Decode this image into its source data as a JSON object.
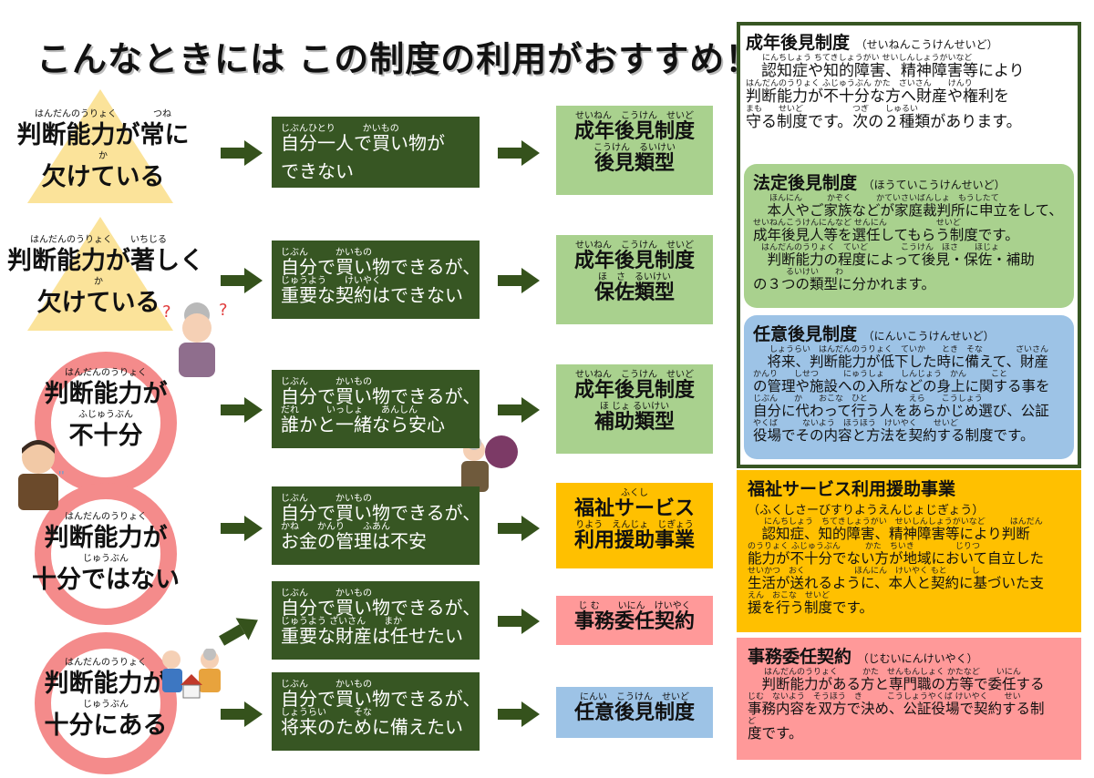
{
  "title": "こんなときには この制度の利用がおすすめ！",
  "statuses": [
    {
      "ruby1": "はんだんのうりょく　　　　つね",
      "line1": "判断能力が常に",
      "ruby2": "か",
      "line2": "欠けている"
    },
    {
      "ruby1": "はんだんのうりょく　　いちじる",
      "line1": "判断能力が著しく",
      "ruby2": "か",
      "line2": "欠けている"
    },
    {
      "ruby1": "はんだんのうりょく",
      "line1": "判断能力が",
      "ruby2": "ふじゅうぶん",
      "line2": "不十分"
    },
    {
      "ruby1": "はんだんのうりょく",
      "line1": "判断能力が",
      "ruby2": "じゅうぶん",
      "line2": "十分ではない"
    },
    {
      "ruby1": "はんだんのうりょく",
      "line1": "判断能力が",
      "ruby2": "じゅうぶん",
      "line2": "十分にある"
    }
  ],
  "situations": [
    {
      "ruby1": "じぶんひとり　　　かいもの",
      "line1": "自分一人で買い物が",
      "ruby2": "",
      "line2": "できない"
    },
    {
      "ruby1": "じぶん　　　かいもの",
      "line1": "自分で買い物できるが、",
      "ruby2": "じゅうよう　　けいやく",
      "line2": "重要な契約はできない"
    },
    {
      "ruby1": "じぶん　　　かいもの",
      "line1": "自分で買い物できるが、",
      "ruby2": "だれ　　　いっしょ　　あんしん",
      "line2": "誰かと一緒なら安心"
    },
    {
      "ruby1": "じぶん　　　かいもの",
      "line1": "自分で買い物できるが、",
      "ruby2": "かね　　かんり　　ふあん",
      "line2": "お金の管理は不安"
    },
    {
      "ruby1": "じぶん　　　かいもの",
      "line1": "自分で買い物できるが、",
      "ruby2": "じゅうよう ざいさん　　まか",
      "line2": "重要な財産は任せたい"
    },
    {
      "ruby1": "じぶん　　　かいもの",
      "line1": "自分で買い物できるが、",
      "ruby2": "しょうらい　　　そな",
      "line2": "将来のために備えたい"
    }
  ],
  "systems": [
    {
      "ruby1": "せいねん　こうけん　せいど",
      "line1": "成年後見制度",
      "ruby2": "こうけん　るいけい",
      "line2": "後見類型"
    },
    {
      "ruby1": "せいねん　こうけん　せいど",
      "line1": "成年後見制度",
      "ruby2": "ほ　さ　るいけい",
      "line2": "保佐類型"
    },
    {
      "ruby1": "せいねん　こうけん　せいど",
      "line1": "成年後見制度",
      "ruby2": "ほ じょ るいけい",
      "line2": "補助類型"
    },
    {
      "ruby1": "ふくし",
      "line1": "福祉サービス",
      "ruby2": "りよう　えんじょ　じぎょう",
      "line2": "利用援助事業"
    },
    {
      "ruby1": "じ む　　いにん　けいやく",
      "line1": "事務委任契約",
      "ruby2": "",
      "line2": ""
    },
    {
      "ruby1": "にんい　こうけん　せいど",
      "line1": "任意後見制度",
      "ruby2": "",
      "line2": ""
    }
  ],
  "explain": {
    "adult": {
      "heading": "成年後見制度",
      "reading": "（せいねんこうけんせいど）",
      "lines": [
        {
          "rb": "　　にんちしょう ちてきしょうがい せいしんしょうがいなど",
          "tx": "　認知症や知的障害、精神障害等により"
        },
        {
          "rb": "はんだんのうりょく ふじゅうぶん かた　ざいさん　　けんり",
          "tx": "判断能力が不十分な方へ財産や権利を"
        },
        {
          "rb": "まも　　せいど　　　　　　つぎ　　しゅるい",
          "tx": "守る制度です。次の２種類があります。"
        }
      ]
    },
    "legal": {
      "heading": "法定後見制度",
      "reading": "（ほうていこうけんせいど）",
      "lines": [
        {
          "rb": "　　ほんにん　　　かぞく　　　かていさいばんしょ　もうしたて",
          "tx": "　本人やご家族などが家庭裁判所に申立をして、"
        },
        {
          "rb": "せいねんこうけんにんなど せんにん　　　　　　せいど",
          "tx": "成年後見人等を選任してもらう制度です。"
        },
        {
          "rb": "　はんだんのうりょく　ていど　　　　こうけん　ほさ　　ほじょ",
          "tx": "　判断能力の程度によって後見・保佐・補助"
        },
        {
          "rb": "　　　　るいけい　　わ",
          "tx": "の３つの類型に分かれます。"
        }
      ]
    },
    "voluntary": {
      "heading": "任意後見制度",
      "reading": "（にんいこうけんせいど）",
      "lines": [
        {
          "rb": "　　しょうらい　はんだんのうりょく　ていか　　とき　そな　　　　ざいさん",
          "tx": "　将来、判断能力が低下した時に備えて、財産"
        },
        {
          "rb": "かんり　　しせつ　　　にゅうしょ　　しんじょう　かん　　　こと",
          "tx": "の管理や施設への入所などの身上に関する事を"
        },
        {
          "rb": "じぶん　　か　　おこな　ひと　　　　　えら　　こうしょう",
          "tx": "自分に代わって行う人をあらかじめ選び、公証"
        },
        {
          "rb": "やくば　　　ないよう　ほうほう　けいやく　　せいど",
          "tx": "役場でその内容と方法を契約する制度です。"
        }
      ]
    },
    "welfare": {
      "heading": "福祉サービス利用援助事業",
      "reading": "（ふくしさーびすりようえんじょじぎょう）",
      "lines": [
        {
          "rb": "　　にんちしょう　ちてきしょうがい　せいしんしょうがいなど　　　はんだん",
          "tx": "　認知症、知的障害、精神障害等により判断"
        },
        {
          "rb": "のうりょく ふじゅうぶん　　　かた　ちいき　　　　　じりつ",
          "tx": "能力が不十分でない方が地域において自立した"
        },
        {
          "rb": "せいかつ　おく　　　　　　ほんにん　けいやく もと　　　し",
          "tx": "生活が送れるように、本人と契約に基づいた支"
        },
        {
          "rb": "えん　おこな　せいど",
          "tx": "援を行う制度です。"
        }
      ]
    },
    "office": {
      "heading": "事務委任契約",
      "reading": "（じむいにんけいやく）",
      "lines": [
        {
          "rb": "　　はんだんのうりょく　　　かた　せんもんしょく かたなど　　いにん",
          "tx": "　判断能力がある方と専門職の方等で委任する"
        },
        {
          "rb": "じむ　ないよう　そうほう　き　　　こうしょうやくば けいやく　　せい",
          "tx": "事務内容を双方で決め、公証役場で契約する制"
        },
        {
          "rb": "ど",
          "tx": "度です。"
        }
      ]
    }
  },
  "colors": {
    "dark_green": "#375623",
    "light_green": "#a9d18e",
    "orange": "#ffc000",
    "pink": "#ff9999",
    "blue": "#9dc3e6",
    "yellow": "#fbe39a",
    "ring_pink": "#f48b8b"
  }
}
